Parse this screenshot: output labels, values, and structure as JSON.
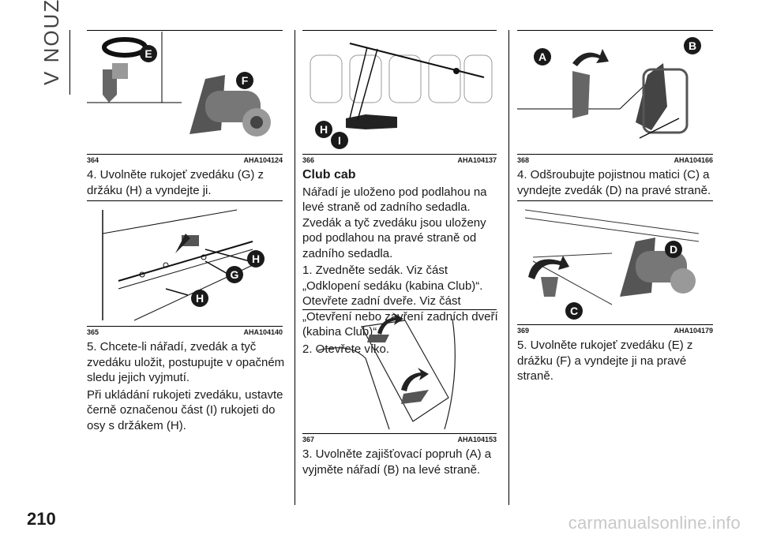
{
  "section_tab": "V NOUZI",
  "page_number": "210",
  "watermark": "carmanualsonline.info",
  "figures": {
    "f364": {
      "number": "364",
      "code": "AHA104124",
      "callouts": [
        "E",
        "F"
      ]
    },
    "f365": {
      "number": "365",
      "code": "AHA104140",
      "callouts": [
        "H",
        "G",
        "H"
      ]
    },
    "f366": {
      "number": "366",
      "code": "AHA104137",
      "callouts": [
        "H",
        "I"
      ]
    },
    "f367": {
      "number": "367",
      "code": "AHA104153",
      "callouts": []
    },
    "f368": {
      "number": "368",
      "code": "AHA104166",
      "callouts": [
        "A",
        "B"
      ]
    },
    "f369": {
      "number": "369",
      "code": "AHA104179",
      "callouts": [
        "D",
        "C"
      ]
    }
  },
  "text": {
    "col1_a": "4. Uvolněte rukojeť zvedáku (G) z držáku (H) a vyndejte ji.",
    "col1_b1": "5. Chcete-li nářadí, zvedák a tyč zvedáku uložit, postupujte v opačném sledu jejich vyjmutí.",
    "col1_b2": "Při ukládání rukojeti zvedáku, ustavte černě označenou část (I) rukojeti do osy s držákem (H).",
    "col2_heading": "Club cab",
    "col2_p1": "Nářadí je uloženo pod podlahou na levé straně od zadního sedadla. Zvedák a tyč zvedáku jsou uloženy pod podlahou na pravé straně od zadního sedadla.",
    "col2_p2": "1. Zvedněte sedák. Viz část „Odklopení sedáku (kabina Club)“. Otevřete zadní dveře. Viz část „Otevření nebo zavření zadních dveří (kabina Club)“.",
    "col2_p3": "2. Otevřete víko.",
    "col2_b": "3. Uvolněte zajišťovací popruh (A) a vyjměte nářadí (B) na levé straně.",
    "col3_a": "4. Odšroubujte pojistnou matici (C) a vyndejte zvedák (D) na pravé straně.",
    "col3_b": "5. Uvolněte rukojeť zvedáku (E) z drážku (F) a vyndejte ji na pravé straně."
  }
}
